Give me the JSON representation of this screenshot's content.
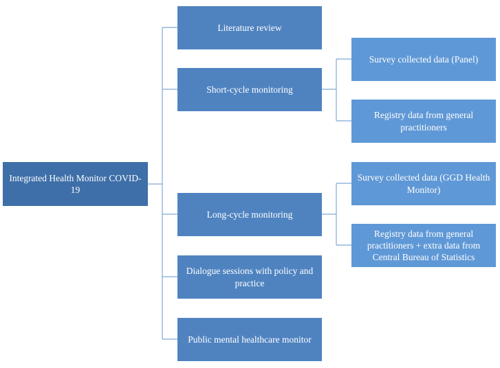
{
  "root": {
    "label": "Integrated Health Monitor COVID-19"
  },
  "branches": [
    {
      "label": "Literature review",
      "children": []
    },
    {
      "label": "Short-cycle monitoring",
      "children": [
        {
          "label": "Survey collected data (Panel)"
        },
        {
          "label": "Registry data from general practitioners"
        }
      ]
    },
    {
      "label": "Long-cycle monitoring",
      "children": [
        {
          "label": "Survey collected data (GGD Health Monitor)"
        },
        {
          "label": "Registry data from general practitioners + extra data from Central Bureau of Statistics"
        }
      ]
    },
    {
      "label": "Dialogue sessions with policy and practice",
      "children": []
    },
    {
      "label": "Public mental healthcare monitor",
      "children": []
    }
  ],
  "colors": {
    "root": "#3e6fa8",
    "branch": "#4f83c0",
    "leaf": "#5f98d6",
    "connector": "#7fa8d4"
  }
}
